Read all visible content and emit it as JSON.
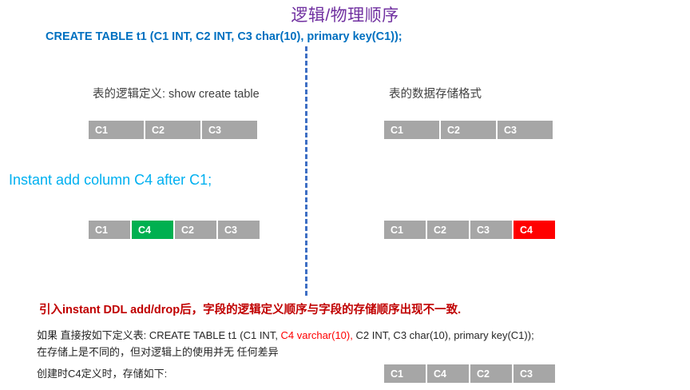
{
  "slide": {
    "title": "逻辑/物理顺序",
    "ddl_statement": "CREATE TABLE t1 (C1 INT, C2 INT, C3 char(10), primary key(C1));",
    "caption_left": "表的逻辑定义: show create table",
    "caption_right": "表的数据存储格式",
    "cyan_heading": "Instant add column C4 after C1;",
    "tables": {
      "logical_before": {
        "columns": [
          "C1",
          "C2",
          "C3"
        ]
      },
      "storage_before": {
        "columns": [
          "C1",
          "C2",
          "C3"
        ]
      },
      "logical_after": {
        "columns": [
          "C1",
          "C4",
          "C2",
          "C3"
        ],
        "highlight_index": 1,
        "highlight_color": "#00B050"
      },
      "storage_after": {
        "columns": [
          "C1",
          "C2",
          "C3",
          "C4"
        ],
        "highlight_index": 3,
        "highlight_color": "#FF0000"
      },
      "storage_direct_create": {
        "columns": [
          "C1",
          "C4",
          "C2",
          "C3"
        ]
      }
    },
    "notes": {
      "headline": "引入instant DDL add/drop后，字段的逻辑定义顺序与字段的存储顺序出现不一致.",
      "line1_prefix": "如果 直接按如下定义表:  CREATE TABLE t1 (C1 INT, ",
      "line1_highlight": "C4 varchar(10),",
      "line1_suffix": " C2 INT, C3 char(10), primary key(C1));",
      "line2": "在存储上是不同的，但对逻辑上的使用并无 任何差异",
      "line3": "创建时C4定义时，存储如下:"
    },
    "colors": {
      "title": "#7030A0",
      "ddl": "#0070C0",
      "divider": "#3E6FC4",
      "cyan": "#00B0F0",
      "cell_gray": "#A6A6A6",
      "green": "#00B050",
      "red": "#FF0000",
      "dark_red": "#C00000"
    }
  }
}
